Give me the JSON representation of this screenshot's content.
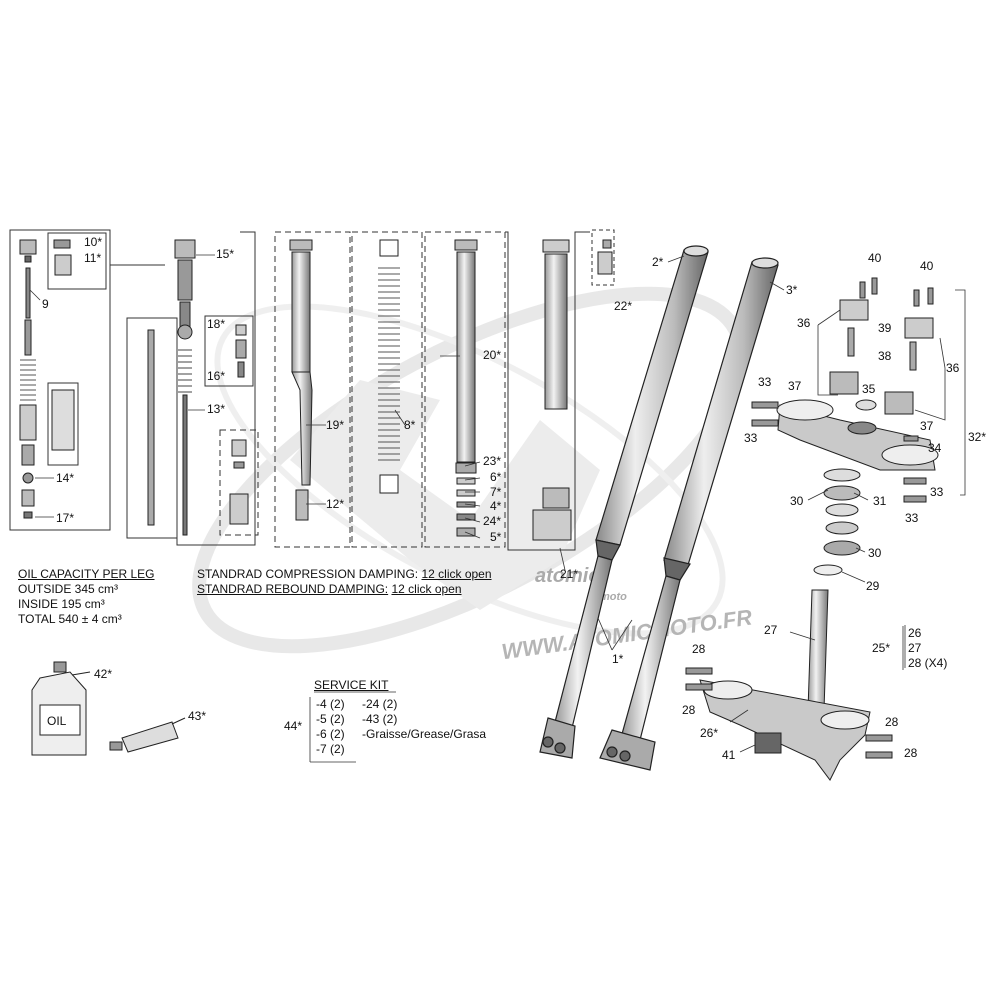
{
  "callouts": {
    "c1": "1*",
    "c2": "2*",
    "c3": "3*",
    "c8": "8*",
    "c9": "9",
    "c10": "10*",
    "c11": "11*",
    "c12": "12*",
    "c13": "13*",
    "c14": "14*",
    "c15": "15*",
    "c16": "16*",
    "c17": "17*",
    "c18": "18*",
    "c19": "19*",
    "c20": "20*",
    "c21": "21*",
    "c22": "22*",
    "c23": "23*",
    "c6": "6*",
    "c7": "7*",
    "c4": "4*",
    "c24": "24*",
    "c5": "5*",
    "c25": "25*",
    "c26": "26",
    "c27": "27",
    "c28x4": "28 (X4)",
    "c26s": "26*",
    "c27b": "27",
    "c28": "28",
    "c29": "29",
    "c30": "30",
    "c31": "31",
    "c32": "32*",
    "c33": "33",
    "c34": "34",
    "c35": "35",
    "c36": "36",
    "c37": "37",
    "c38": "38",
    "c39": "39",
    "c40": "40",
    "c41": "41",
    "c42": "42*",
    "c43": "43*",
    "c44": "44*"
  },
  "oil": {
    "heading": "OIL CAPACITY PER LEG",
    "outside": "OUTSIDE 345 cm³",
    "inside": "INSIDE 195 cm³",
    "total": "TOTAL 540 ± 4 cm³",
    "bottle_label": "OIL"
  },
  "damping": {
    "compression_label": "STANDRAD COMPRESSION DAMPING:",
    "compression_value": "12 click open",
    "rebound_label": "STANDRAD REBOUND DAMPING:",
    "rebound_value": "12 click open"
  },
  "service_kit": {
    "title": "SERVICE KIT",
    "col1": [
      "-4 (2)",
      "-5 (2)",
      "-6 (2)",
      "-7 (2)"
    ],
    "col2": [
      "-24 (2)",
      "-43 (2)",
      "-Graisse/Grease/Grasa"
    ]
  },
  "watermark": {
    "url": "WWW.ATOMICMOTO.FR",
    "brand": "atomic",
    "sub": "moto"
  }
}
